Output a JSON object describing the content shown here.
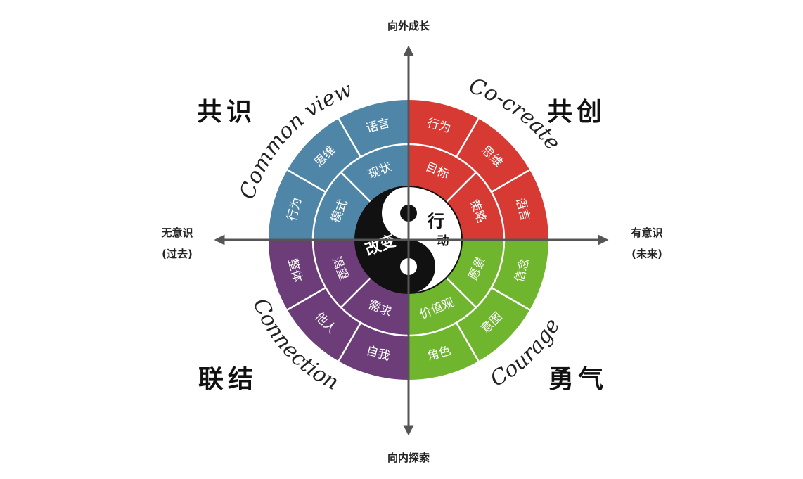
{
  "axes": {
    "top": "向外成长",
    "bottom": "向内探索",
    "left_line1": "无意识",
    "left_line2": "(过去)",
    "right_line1": "有意识",
    "right_line2": "(未来)"
  },
  "quadrants": {
    "top_left": {
      "title": "共识",
      "english": "Common view",
      "outer": [
        "行为",
        "思维",
        "语言"
      ],
      "inner": [
        "模式",
        "现状"
      ],
      "color": "#4f86a8"
    },
    "top_right": {
      "title": "共创",
      "english": "Co-create",
      "outer": [
        "行为",
        "思维",
        "语言"
      ],
      "inner": [
        "目标",
        "策略"
      ],
      "color": "#d63a33"
    },
    "bottom_right": {
      "title": "勇气",
      "english": "Courage",
      "outer": [
        "信念",
        "意图",
        "角色"
      ],
      "inner": [
        "愿景",
        "价值观"
      ],
      "color": "#6fb52e"
    },
    "bottom_left": {
      "title": "联结",
      "english": "Connection",
      "outer": [
        "自我",
        "他人",
        "整体"
      ],
      "inner": [
        "需求",
        "渴望"
      ],
      "color": "#6c3d78"
    }
  },
  "center": {
    "left": "改变",
    "right_top": "行",
    "right_bottom": "动"
  }
}
